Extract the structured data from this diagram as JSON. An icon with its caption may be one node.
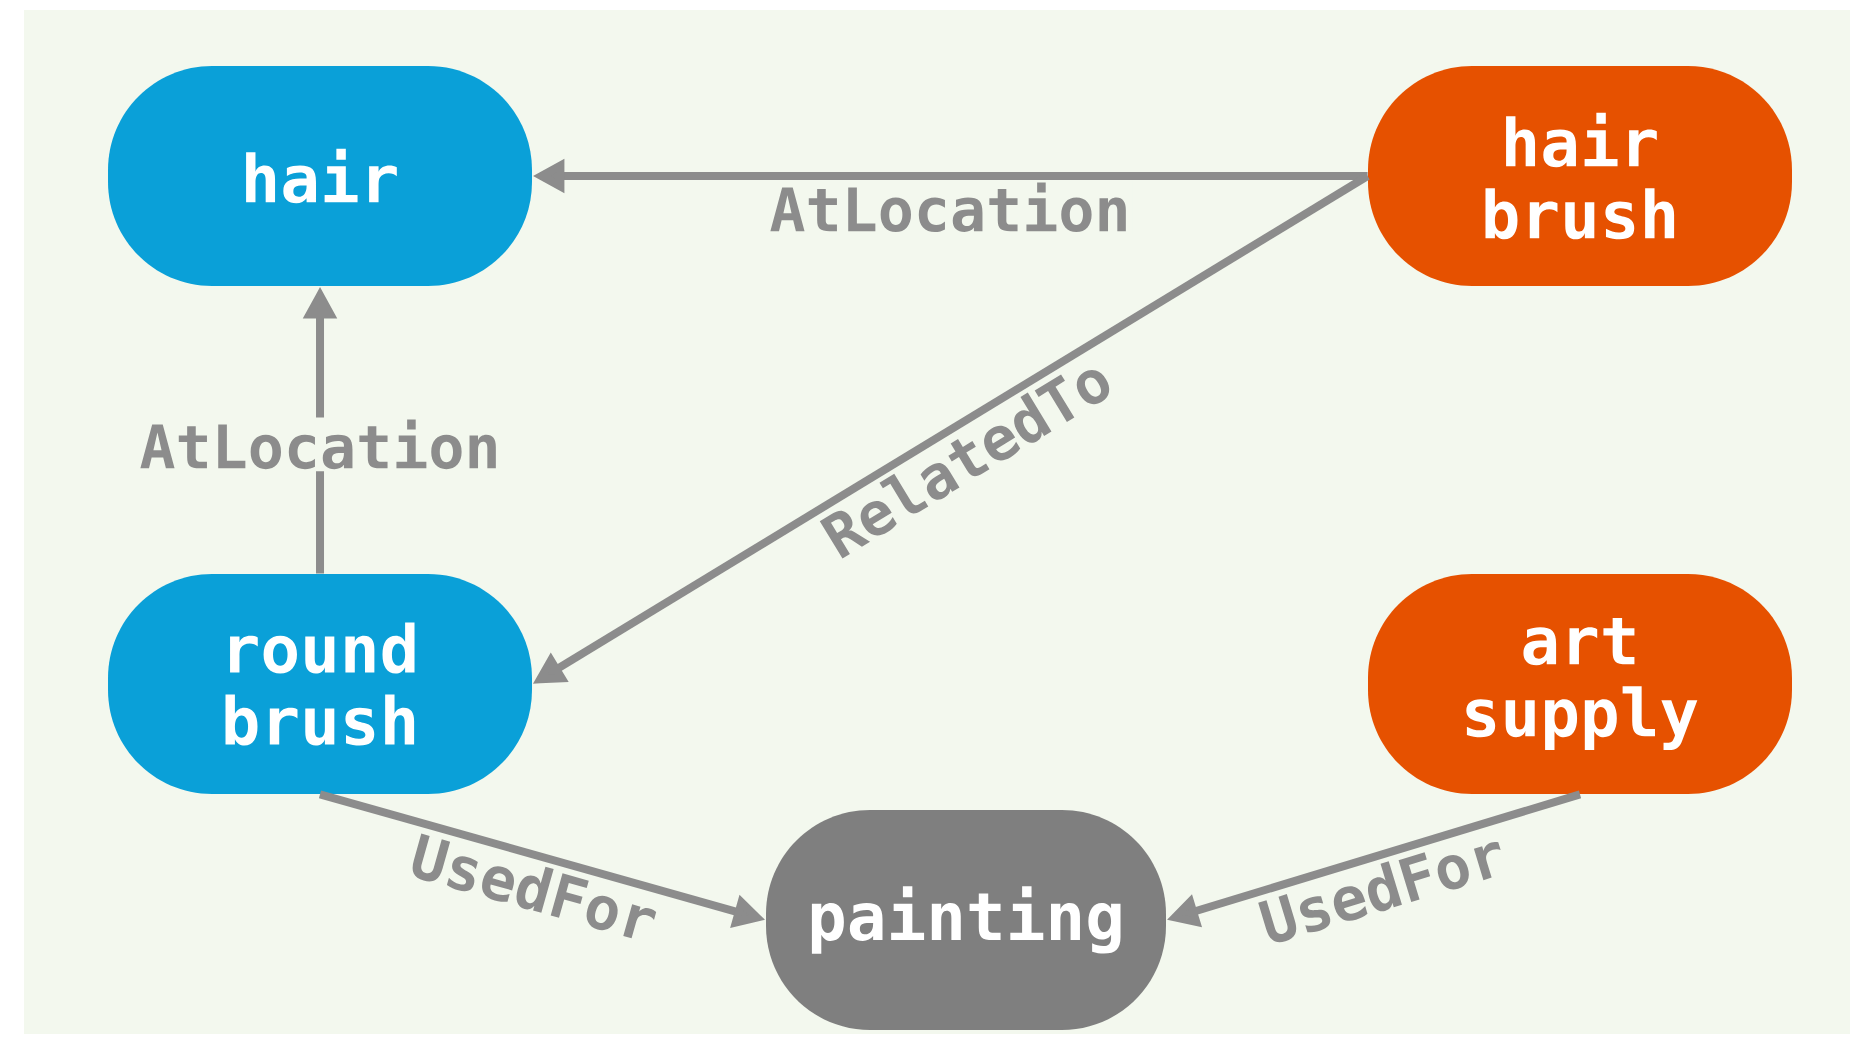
{
  "diagram": {
    "nodes": [
      {
        "text": [
          "hair"
        ]
      },
      {
        "text": [
          "hair brush"
        ]
      },
      {
        "text": [
          "round brush"
        ]
      },
      {
        "text": [
          "art supply"
        ]
      },
      {
        "text": [
          "painting"
        ]
      }
    ],
    "edges": [
      {
        "from": 1,
        "to": 0,
        "arrow": "to",
        "label": "AtLocation"
      },
      {
        "from": 1,
        "to": 2,
        "arrow": "to",
        "label": "RelatedTo"
      },
      {
        "from": 2,
        "to": 0,
        "arrow": "to",
        "label": "AtLocation"
      },
      {
        "from": 2,
        "to": 4,
        "arrow": "to",
        "label": "UsedFor"
      },
      {
        "from": 3,
        "to": 4,
        "arrow": "to",
        "label": "UsedFor"
      }
    ]
  }
}
